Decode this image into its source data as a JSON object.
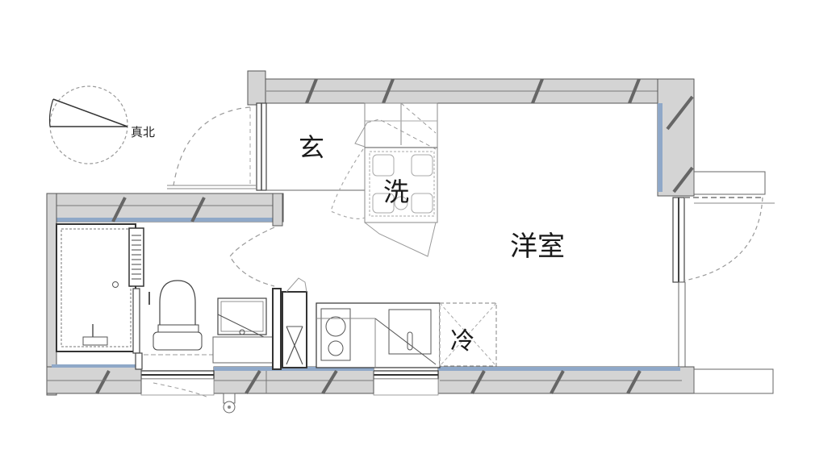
{
  "compass": {
    "label": "真北",
    "meaning": "true north"
  },
  "rooms": {
    "entrance": {
      "label": "玄"
    },
    "washroom": {
      "label": "洗"
    },
    "western_room": {
      "label": "洋室"
    },
    "refrigerator": {
      "label": "冷"
    }
  },
  "fixtures": [
    "bathtub",
    "toilet",
    "washbasin",
    "washing-machine-pan",
    "kitchen-stove",
    "kitchen-sink",
    "refrigerator-space",
    "storage-closet"
  ],
  "colors": {
    "wall_fill": "#d6d6d6",
    "wall_line": "#555555",
    "insulation_blue": "#8fa8c8",
    "hatch": "#666666",
    "door_swing": "#999999",
    "label_text": "#1a1a1a"
  }
}
